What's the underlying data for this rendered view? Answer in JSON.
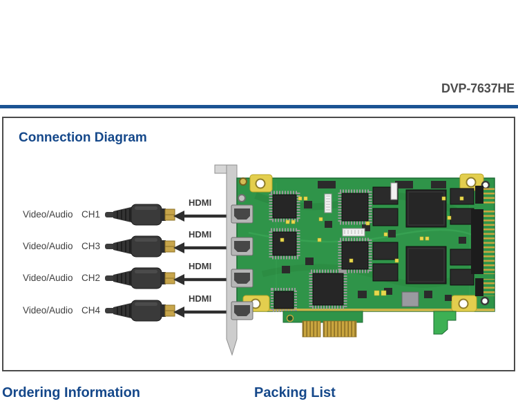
{
  "header": {
    "model_number": "DVP-7637HE"
  },
  "connection_diagram": {
    "title": "Connection Diagram",
    "rows": [
      {
        "device_label": "Video/Audio",
        "channel": "CH1",
        "port_label": "HDMI"
      },
      {
        "device_label": "Video/Audio",
        "channel": "CH3",
        "port_label": "HDMI"
      },
      {
        "device_label": "Video/Audio",
        "channel": "CH2",
        "port_label": "HDMI"
      },
      {
        "device_label": "Video/Audio",
        "channel": "CH4",
        "port_label": "HDMI"
      }
    ],
    "icons": {
      "cable": "hdmi-cable-icon",
      "arrow": "left-arrow-icon",
      "card": "capture-card-icon"
    }
  },
  "footer": {
    "ordering_information_title": "Ordering Information",
    "packing_list_title": "Packing List"
  },
  "palette": {
    "heading_blue": "#15488A",
    "rule_blue": "#1B5393",
    "model_gray": "#4D4D4D",
    "box_border_gray": "#4A4A4A",
    "pcb_green": "#2F9449",
    "chip_black": "#262626",
    "connector_gold": "#C9A53F",
    "bracket_gray": "#CDCDCD"
  }
}
